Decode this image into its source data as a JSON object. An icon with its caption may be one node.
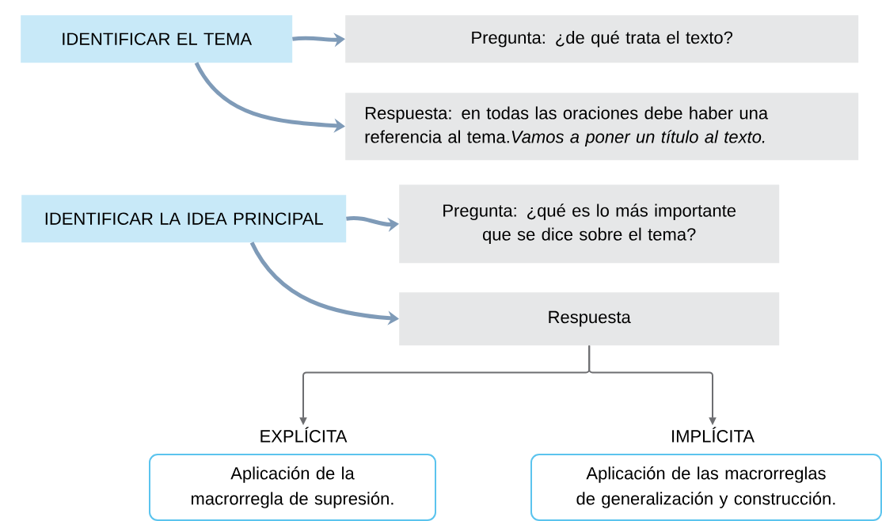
{
  "diagram": {
    "nodes": [
      {
        "text": [
          "IDENTIFICAR EL TEMA"
        ]
      },
      {
        "text": [
          "Pregunta: ¿de qué trata el texto?"
        ]
      },
      {
        "text": [
          "Respuesta: en todas las oraciones debe haber una referencia al tema.*Vamos a poner un título al texto.*"
        ]
      },
      {
        "text": [
          "IDENTIFICAR LA IDEA PRINCIPAL"
        ]
      },
      {
        "text": [
          "Pregunta: ¿qué es lo más importante que se dice sobre el tema?"
        ]
      },
      {
        "text": [
          "Respuesta"
        ]
      },
      {
        "text": [
          "EXPLÍCITA",
          "Aplicación de la macrorregla de supresión."
        ]
      },
      {
        "text": [
          "IMPLÍCITA",
          "Aplicación de las macrorreglas de generalización y construcción."
        ]
      }
    ],
    "edges": [
      {
        "from": 0,
        "to": 1,
        "arrow": "to"
      },
      {
        "from": 0,
        "to": 2,
        "arrow": "to"
      },
      {
        "from": 3,
        "to": 4,
        "arrow": "to"
      },
      {
        "from": 3,
        "to": 5,
        "arrow": "to"
      },
      {
        "from": 5,
        "to": 6,
        "arrow": "to",
        "color": "#6d6e71"
      },
      {
        "from": 5,
        "to": 7,
        "arrow": "to",
        "color": "#6d6e71"
      }
    ]
  }
}
